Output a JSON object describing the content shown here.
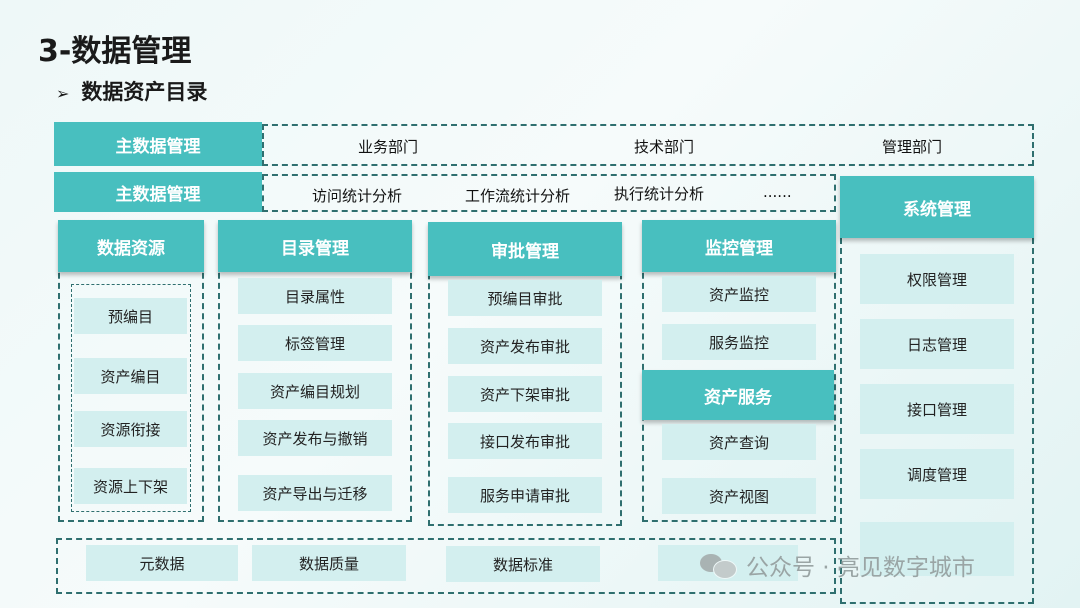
{
  "title": "3-数据管理",
  "subtitle": "数据资产目录",
  "top_rows": {
    "row1": {
      "header": "主数据管理",
      "items": [
        "业务部门",
        "技术部门",
        "管理部门"
      ]
    },
    "row2": {
      "header": "主数据管理",
      "items": [
        "访问统计分析",
        "工作流统计分析",
        "执行统计分析",
        "......"
      ]
    }
  },
  "columns": {
    "data_resources": {
      "header": "数据资源",
      "items": [
        "预编目",
        "资产编目",
        "资源衔接",
        "资源上下架"
      ]
    },
    "catalog": {
      "header": "目录管理",
      "items": [
        "目录属性",
        "标签管理",
        "资产编目规划",
        "资产发布与撤销",
        "资产导出与迁移"
      ]
    },
    "approval": {
      "header": "审批管理",
      "items": [
        "预编目审批",
        "资产发布审批",
        "资产下架审批",
        "接口发布审批",
        "服务申请审批"
      ]
    },
    "monitor": {
      "header": "监控管理",
      "items": [
        "资产监控",
        "服务监控"
      ]
    },
    "asset_service": {
      "header": "资产服务",
      "items": [
        "资产查询",
        "资产视图"
      ]
    },
    "system": {
      "header": "系统管理",
      "items": [
        "权限管理",
        "日志管理",
        "接口管理",
        "调度管理",
        ""
      ]
    }
  },
  "bottom": {
    "items": [
      "元数据",
      "数据质量",
      "数据标准",
      "..."
    ]
  },
  "watermark": {
    "text": "公众号 · 亮见数字城市",
    "icon": "wechat-icon"
  },
  "colors": {
    "header": "#48bfbf",
    "item": "#d3efef",
    "border": "#2f6f6f"
  }
}
